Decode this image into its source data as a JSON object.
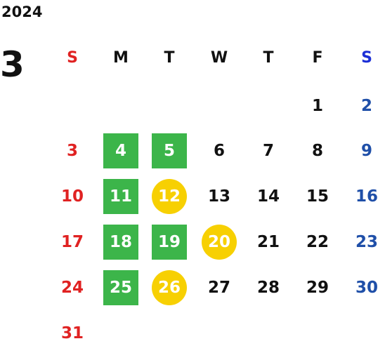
{
  "year": "2024",
  "month": "3",
  "weekdays": [
    "S",
    "M",
    "T",
    "W",
    "T",
    "F",
    "S"
  ],
  "weeks": [
    [
      {
        "day": ""
      },
      {
        "day": ""
      },
      {
        "day": ""
      },
      {
        "day": ""
      },
      {
        "day": ""
      },
      {
        "day": "1"
      },
      {
        "day": "2"
      }
    ],
    [
      {
        "day": "3"
      },
      {
        "day": "4",
        "mark": "green"
      },
      {
        "day": "5",
        "mark": "green"
      },
      {
        "day": "6"
      },
      {
        "day": "7"
      },
      {
        "day": "8"
      },
      {
        "day": "9"
      }
    ],
    [
      {
        "day": "10"
      },
      {
        "day": "11",
        "mark": "green"
      },
      {
        "day": "12",
        "mark": "yellow"
      },
      {
        "day": "13"
      },
      {
        "day": "14"
      },
      {
        "day": "15"
      },
      {
        "day": "16"
      }
    ],
    [
      {
        "day": "17"
      },
      {
        "day": "18",
        "mark": "green"
      },
      {
        "day": "19",
        "mark": "green"
      },
      {
        "day": "20",
        "mark": "yellow"
      },
      {
        "day": "21"
      },
      {
        "day": "22"
      },
      {
        "day": "23"
      }
    ],
    [
      {
        "day": "24"
      },
      {
        "day": "25",
        "mark": "green"
      },
      {
        "day": "26",
        "mark": "yellow"
      },
      {
        "day": "27"
      },
      {
        "day": "28"
      },
      {
        "day": "29"
      },
      {
        "day": "30"
      }
    ],
    [
      {
        "day": "31"
      },
      {
        "day": ""
      },
      {
        "day": ""
      },
      {
        "day": ""
      },
      {
        "day": ""
      },
      {
        "day": ""
      },
      {
        "day": ""
      }
    ]
  ],
  "colors": {
    "sunday": "#e02222",
    "saturday": "#1f4fa8",
    "green_mark": "#3cb54a",
    "yellow_mark": "#f7d002"
  }
}
